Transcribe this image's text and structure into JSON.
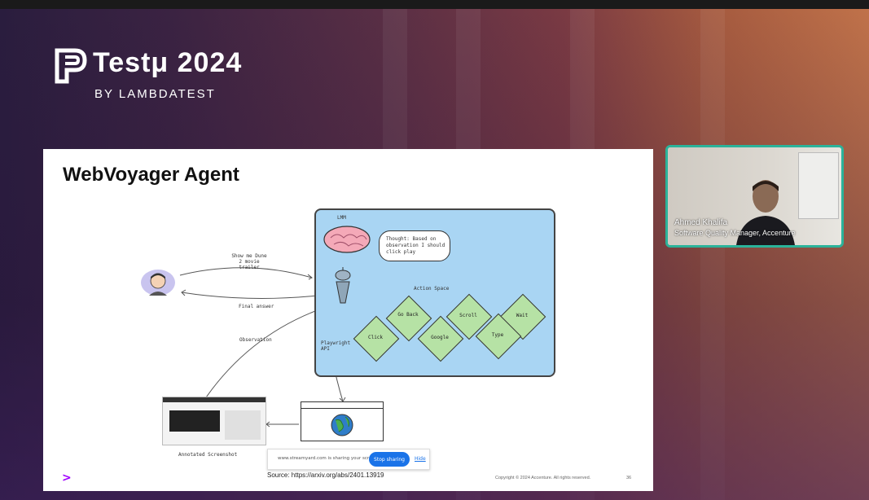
{
  "event": {
    "title": "Testμ 2024",
    "subtitle": "BY LAMBDATEST"
  },
  "slide": {
    "title": "WebVoyager Agent",
    "diagram": {
      "lmm_label": "LMM",
      "thought": "Thought: Based on observation I should click play",
      "user_query": "Show me Dune 2 movie trailer",
      "final_answer": "Final answer",
      "observation": "Observation",
      "playwright": "Playwright API",
      "action_space": "Action Space",
      "actions": [
        "Go Back",
        "Scroll",
        "Wait",
        "Click",
        "Google",
        "Type"
      ],
      "annotated_screenshot": "Annotated Screenshot"
    },
    "source": "Source: https://arxiv.org/abs/2401.13919",
    "copyright": "Copyright © 2024 Accenture. All rights reserved.",
    "page_number": "36"
  },
  "share_bar": {
    "text": "www.streamyard.com is sharing your screen.",
    "stop_label": "Stop sharing",
    "hide_label": "Hide"
  },
  "speaker": {
    "name": "Ahmed Khalifa",
    "role": "Software Quality Manager, Accenture"
  },
  "colors": {
    "accent_purple": "#a100ff",
    "cam_border": "#2bb39a",
    "lmm_box": "#a9d5f3",
    "diamond": "#b6e2a5",
    "button_blue": "#1a73e8"
  }
}
